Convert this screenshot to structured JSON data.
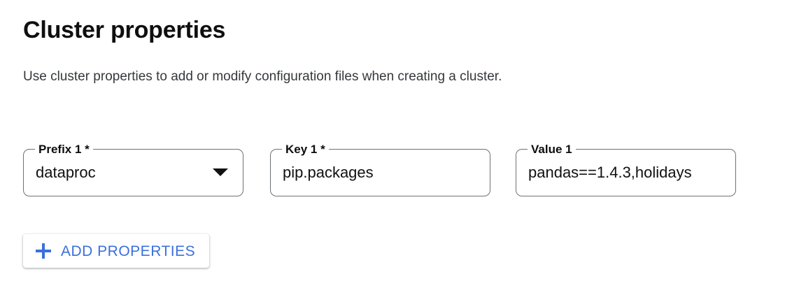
{
  "section": {
    "title": "Cluster properties",
    "description": "Use cluster properties to add or modify configuration files when creating a cluster."
  },
  "fields": [
    {
      "label": "Prefix 1 *",
      "value": "dataproc",
      "type": "select",
      "icon": "chevron-down-icon",
      "required": true
    },
    {
      "label": "Key 1 *",
      "value": "pip.packages",
      "type": "text",
      "required": true
    },
    {
      "label": "Value 1",
      "value": "pandas==1.4.3,holidays",
      "type": "text",
      "required": false
    }
  ],
  "add_button": {
    "label": "ADD PROPERTIES",
    "icon": "plus-icon",
    "color": "#3b6fde"
  },
  "colors": {
    "accent": "#3b6fde",
    "field_border": "#6d7276",
    "title_text": "#0f0f0f",
    "body_text": "#35383b",
    "background": "#ffffff"
  }
}
